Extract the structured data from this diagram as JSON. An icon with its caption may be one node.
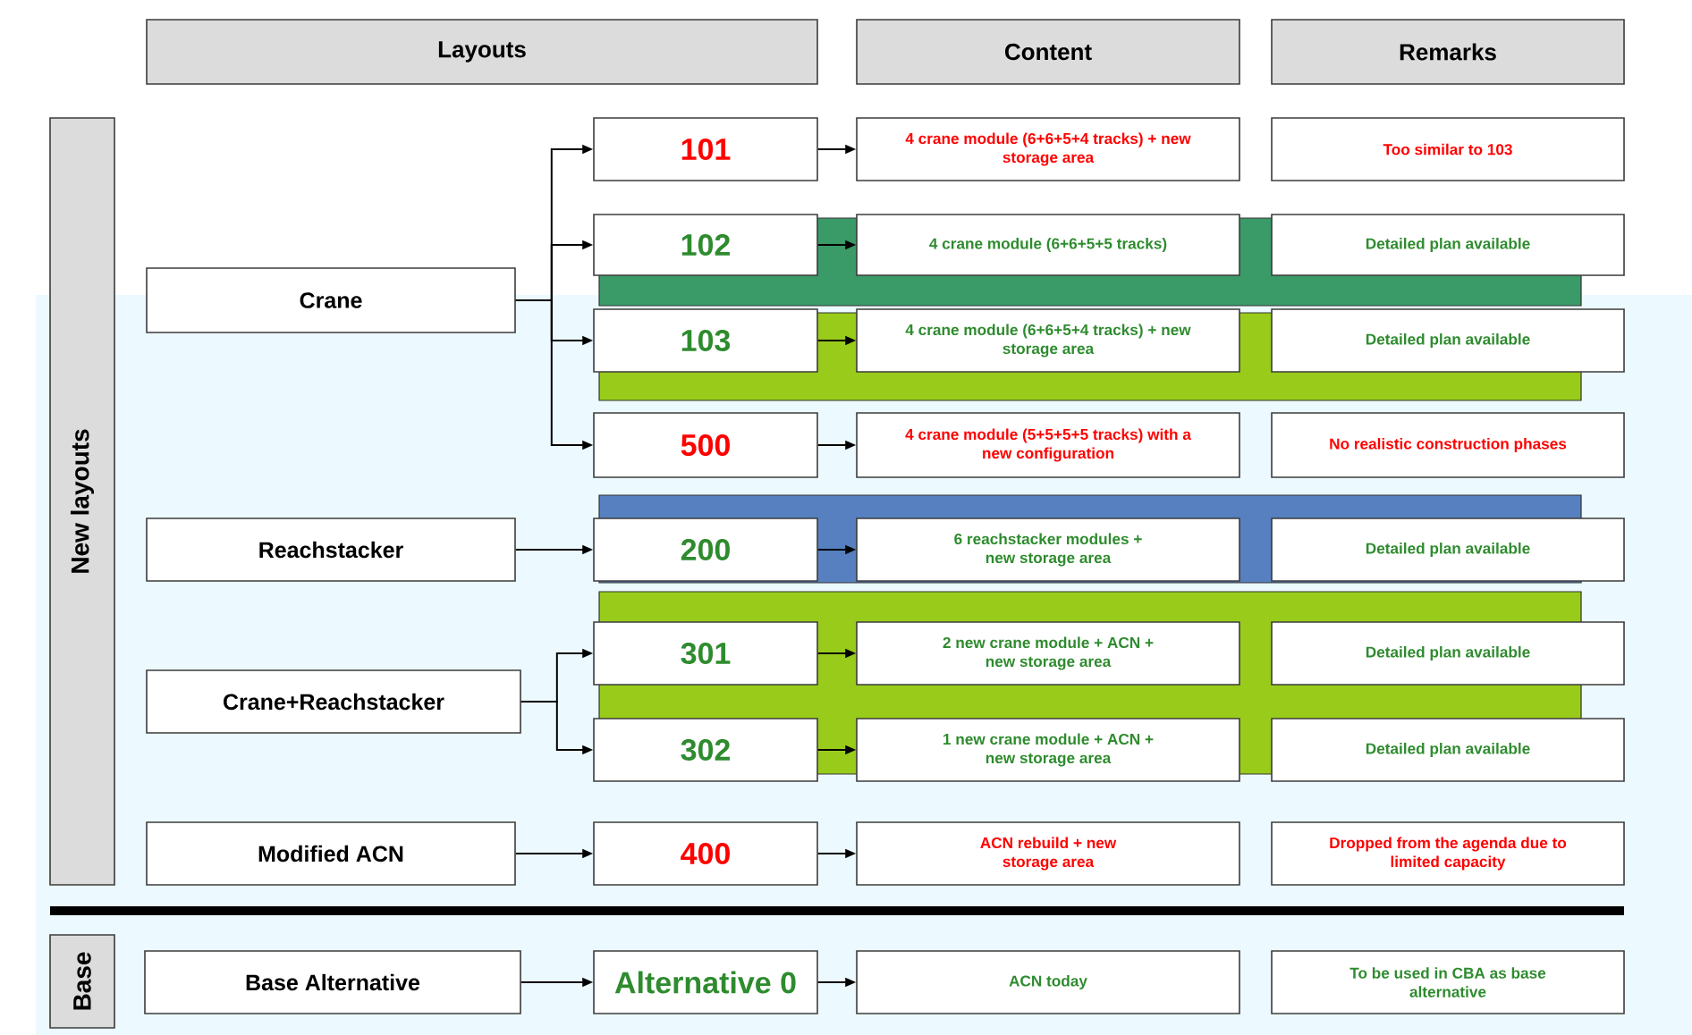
{
  "diagram": {
    "nodes": [
      {
        "text": [
          "Layouts"
        ]
      },
      {
        "text": [
          "Content"
        ]
      },
      {
        "text": [
          "Remarks"
        ]
      },
      {
        "text": [
          "New layouts"
        ]
      },
      {
        "text": [
          "Crane"
        ]
      },
      {
        "text": [
          "Reachstacker"
        ]
      },
      {
        "text": [
          "Crane+Reachstacker"
        ]
      },
      {
        "text": [
          "Modified ACN"
        ]
      },
      {
        "text": [
          "Base"
        ]
      },
      {
        "text": [
          "Base Alternative"
        ]
      },
      {
        "text": [
          "101"
        ]
      },
      {
        "text": [
          "4 crane module (6+6+5+4 tracks) + new storage area"
        ]
      },
      {
        "text": [
          "Too similar to 103"
        ]
      },
      {
        "text": [
          "102"
        ]
      },
      {
        "text": [
          "4 crane module (6+6+5+5 tracks)"
        ]
      },
      {
        "text": [
          "Detailed plan available"
        ]
      },
      {
        "text": [
          "103"
        ]
      },
      {
        "text": [
          "4 crane module (6+6+5+4 tracks) + new storage area"
        ]
      },
      {
        "text": [
          "Detailed plan available"
        ]
      },
      {
        "text": [
          "500"
        ]
      },
      {
        "text": [
          "4 crane module (5+5+5+5 tracks) with a new configuration"
        ]
      },
      {
        "text": [
          "No realistic construction phases"
        ]
      },
      {
        "text": [
          "200"
        ]
      },
      {
        "text": [
          "6 reachstacker modules + new storage area"
        ]
      },
      {
        "text": [
          "Detailed plan available"
        ]
      },
      {
        "text": [
          "301"
        ]
      },
      {
        "text": [
          "2 new crane module + ACN + new storage area"
        ]
      },
      {
        "text": [
          "Detailed plan available"
        ]
      },
      {
        "text": [
          "302"
        ]
      },
      {
        "text": [
          "1 new crane module + ACN + new storage area"
        ]
      },
      {
        "text": [
          "Detailed plan available"
        ]
      },
      {
        "text": [
          "400"
        ]
      },
      {
        "text": [
          "ACN rebuild + new storage area"
        ]
      },
      {
        "text": [
          "Dropped from the agenda due to limited capacity"
        ]
      },
      {
        "text": [
          "Alternative 0"
        ]
      },
      {
        "text": [
          "ACN today"
        ]
      },
      {
        "text": [
          "To be used in CBA as base alternative"
        ]
      }
    ],
    "edges": [
      {
        "from": 4,
        "to": 10,
        "arrow": "to"
      },
      {
        "from": 4,
        "to": 13,
        "arrow": "to"
      },
      {
        "from": 4,
        "to": 16,
        "arrow": "to"
      },
      {
        "from": 4,
        "to": 19,
        "arrow": "to"
      },
      {
        "from": 5,
        "to": 22,
        "arrow": "to"
      },
      {
        "from": 6,
        "to": 25,
        "arrow": "to"
      },
      {
        "from": 6,
        "to": 28,
        "arrow": "to"
      },
      {
        "from": 7,
        "to": 31,
        "arrow": "to"
      },
      {
        "from": 9,
        "to": 34,
        "arrow": "to"
      },
      {
        "from": 10,
        "to": 11,
        "arrow": "to"
      },
      {
        "from": 13,
        "to": 14,
        "arrow": "to"
      },
      {
        "from": 16,
        "to": 17,
        "arrow": "to"
      },
      {
        "from": 19,
        "to": 20,
        "arrow": "to"
      },
      {
        "from": 22,
        "to": 23,
        "arrow": "to"
      },
      {
        "from": 25,
        "to": 26,
        "arrow": "to"
      },
      {
        "from": 28,
        "to": 29,
        "arrow": "to"
      },
      {
        "from": 31,
        "to": 32,
        "arrow": "to"
      },
      {
        "from": 34,
        "to": 35,
        "arrow": "to"
      }
    ]
  }
}
